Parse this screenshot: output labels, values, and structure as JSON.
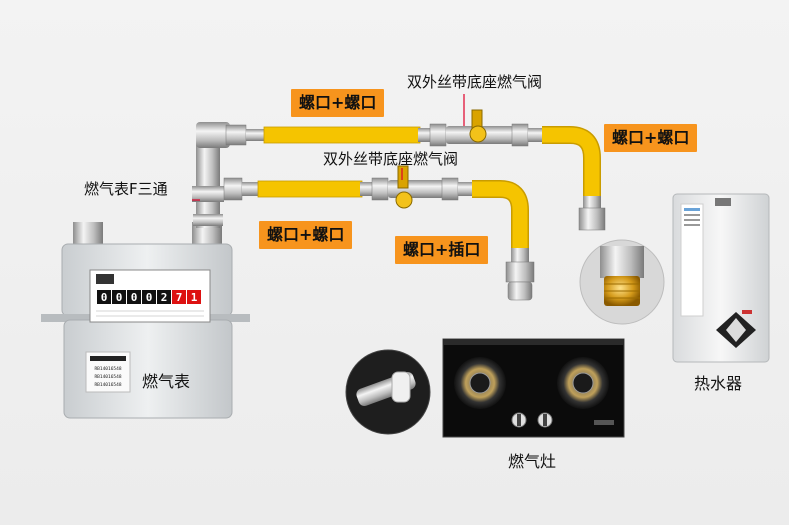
{
  "labels": {
    "valve_top": "双外丝带底座燃气阀",
    "valve_mid": "双外丝带底座燃气阀",
    "tee": "燃气表F三通",
    "pipe_top": "螺口+螺口",
    "pipe_right": "螺口+螺口",
    "pipe_mid": "螺口+螺口",
    "pipe_bottom": "螺口+插口"
  },
  "devices": {
    "meter": "燃气表",
    "stove": "燃气灶",
    "heater": "热水器"
  },
  "meter_panel": {
    "digits": [
      "0",
      "0",
      "0",
      "0",
      "2",
      "7",
      "1"
    ],
    "serials": [
      "RB14016548",
      "RB14016548",
      "RB14016548"
    ]
  },
  "colors": {
    "hose": "#f5c400",
    "label_bg": "#f7941d",
    "steel": "#c8c8c8"
  }
}
